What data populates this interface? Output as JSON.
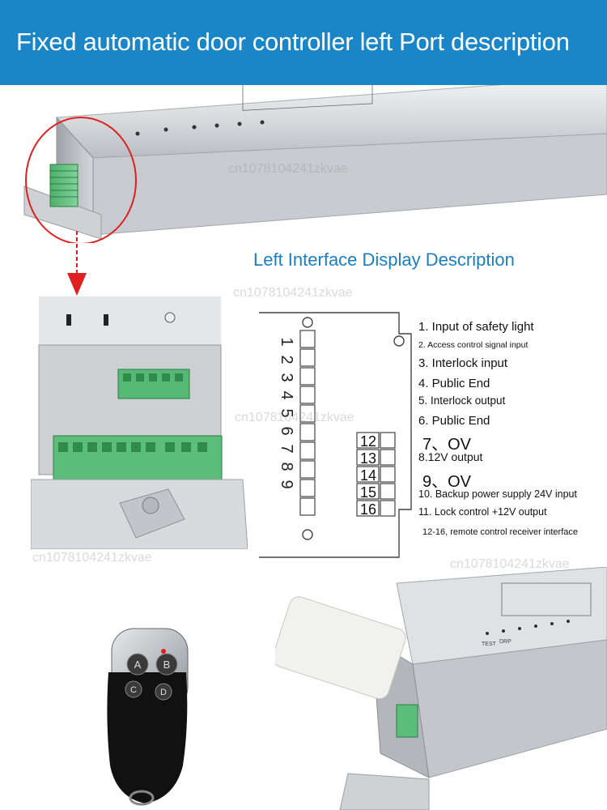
{
  "banner": {
    "title": "Fixed automatic door controller left Port description",
    "color": "#1a86c7"
  },
  "section": {
    "heading": "Left Interface Display Description"
  },
  "watermark": "cn1078104241zkvae",
  "diagram": {
    "pin_numbers": [
      "1",
      "2",
      "3",
      "4",
      "5",
      "6",
      "7",
      "8",
      "9"
    ],
    "terminal_labels": [
      "12",
      "13",
      "14",
      "15",
      "16"
    ]
  },
  "descriptions": [
    "1. Input of safety light",
    "2. Access control signal input",
    "3. Interlock input",
    "4. Public End",
    "5. Interlock output",
    "6. Public End",
    "7、OV",
    "8.12V output",
    "9、OV",
    "10. Backup power supply 24V input",
    "11. Lock control +12V output",
    "12-16, remote control receiver interface"
  ],
  "remote": {
    "buttons": [
      "A",
      "B",
      "C",
      "D"
    ]
  },
  "controller": {
    "panel_labels": [
      "TEST",
      "DRP"
    ]
  }
}
